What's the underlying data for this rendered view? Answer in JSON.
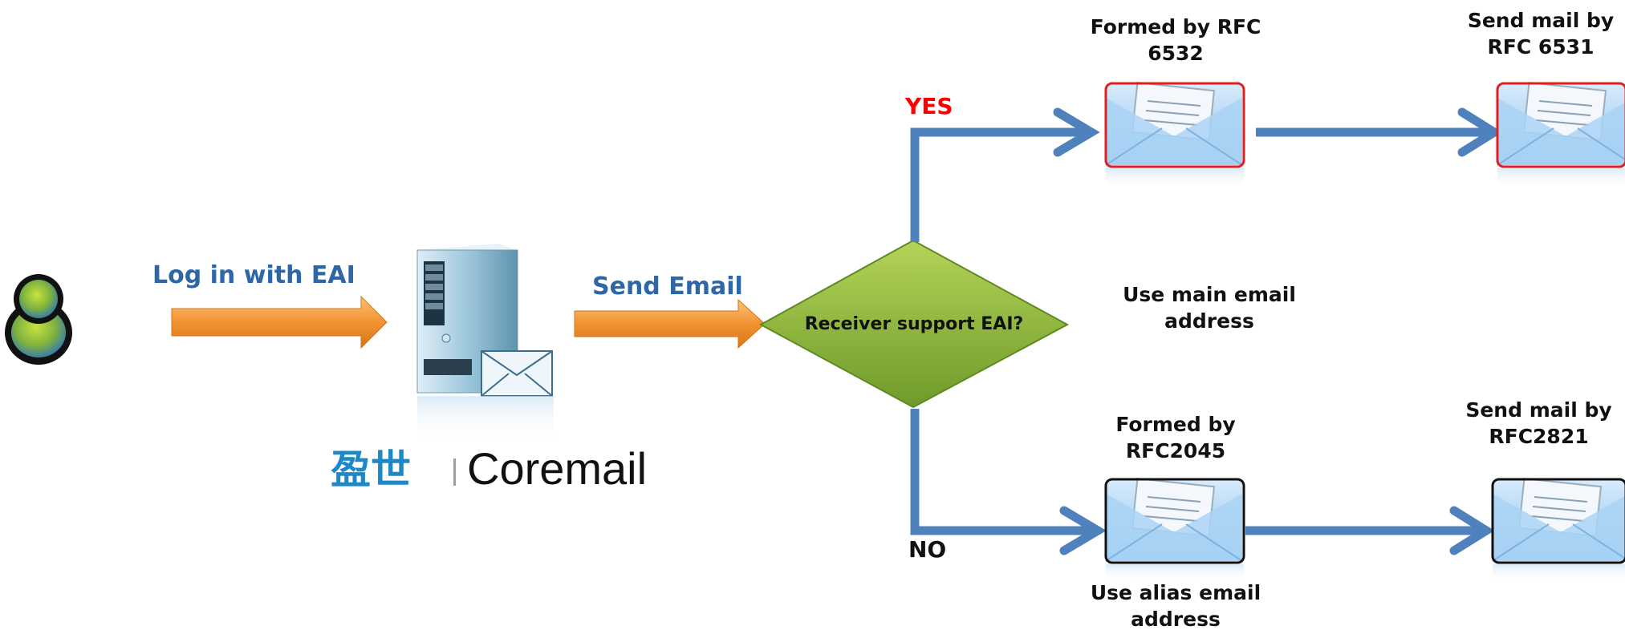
{
  "labels": {
    "login": "Log in with EAI",
    "send_email": "Send Email",
    "decision": "Receiver support EAI?",
    "yes": "YES",
    "no": "NO",
    "formed_6532": [
      "Formed by RFC",
      "6532"
    ],
    "send_6531": [
      "Send mail by",
      "RFC  6531"
    ],
    "use_main": [
      "Use main email",
      "address"
    ],
    "formed_2045": [
      "Formed by",
      "RFC2045"
    ],
    "send_2821": [
      "Send mail by",
      "RFC2821"
    ],
    "use_alias": [
      "Use alias email",
      "address"
    ]
  },
  "logo": {
    "chinese": "盈世",
    "latin": "Coremail"
  },
  "colors": {
    "flow_blue": "#4f81bd",
    "orange_arrow": "#f0952a",
    "diamond_green": "#8ab636",
    "yes_red": "#ff0000",
    "label_blue": "#2e67a8",
    "highlight_border": "#e02020"
  },
  "icons": {
    "user": "user-icon",
    "server": "server-icon",
    "envelope": "envelope-icon"
  }
}
